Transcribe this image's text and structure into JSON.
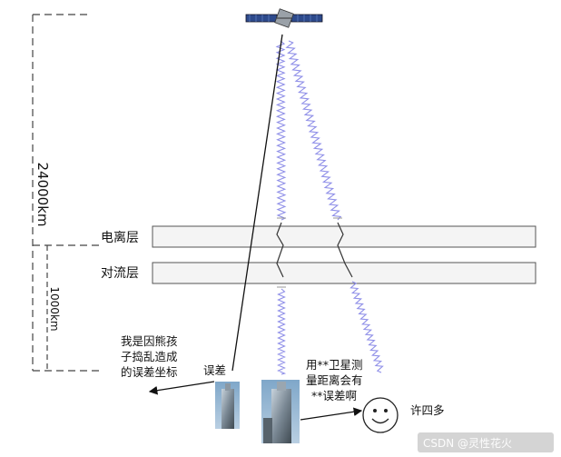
{
  "altitude": {
    "total_label": "24000km",
    "lower_label": "1000km"
  },
  "layers": {
    "ionosphere": "电离层",
    "troposphere": "对流层"
  },
  "annotations": {
    "error_label": "误差",
    "bear_child_note": [
      "我是因熊孩",
      "子捣乱造成",
      "的误差坐标"
    ],
    "measure_note": [
      "用**卫星测",
      "量距离会有",
      "**误差啊"
    ],
    "person_name": "许四多"
  },
  "watermark": "CSDN @灵性花火",
  "colors": {
    "signal_wave": "#8f8fe8",
    "layer_fill": "#f4f4f4",
    "layer_stroke": "#555555",
    "dashed_axis": "#444444",
    "line": "#111111"
  },
  "icons": {
    "satellite": "satellite-icon",
    "buildings": "building-icon",
    "person": "smiley-face-icon"
  }
}
